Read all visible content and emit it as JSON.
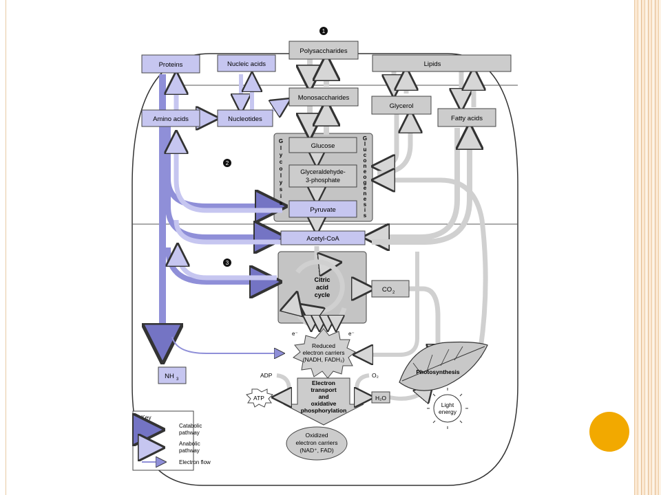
{
  "slide": {
    "accent_color": "#f2a900",
    "border_color": "#e8c9a3"
  },
  "diagram": {
    "markers": [
      "1",
      "2",
      "3"
    ],
    "boxes": {
      "proteins": "Proteins",
      "nucleic_acids": "Nucleic acids",
      "polysaccharides": "Polysaccharides",
      "lipids": "Lipids",
      "amino_acids": "Amino acids",
      "nucleotides": "Nucleotides",
      "monosaccharides": "Monosaccharides",
      "glycerol": "Glycerol",
      "fatty_acids": "Fatty acids",
      "glucose": "Glucose",
      "g3p_line1": "Glyceraldehyde-",
      "g3p_line2": "3-phosphate",
      "pyruvate": "Pyruvate",
      "acetyl_coa": "Acetyl-CoA",
      "co2": "CO",
      "co2_sub": "2",
      "nh3": "NH",
      "nh3_sub": "3"
    },
    "vertical_labels": {
      "glycolysis": [
        "G",
        "l",
        "y",
        "c",
        "o",
        "l",
        "y",
        "s",
        "i",
        "s"
      ],
      "gluconeogenesis": [
        "G",
        "l",
        "u",
        "c",
        "o",
        "n",
        "e",
        "o",
        "g",
        "e",
        "n",
        "e",
        "s",
        "i",
        "s"
      ]
    },
    "citric_cycle": [
      "Citric",
      "acid",
      "cycle"
    ],
    "electrons": {
      "left": "e⁻",
      "right": "e⁻"
    },
    "reduced_carriers": [
      "Reduced",
      "electron carriers",
      "(NADH, FADH₂)"
    ],
    "electron_transport": [
      "Electron",
      "transport",
      "and",
      "oxidative",
      "phosphorylation"
    ],
    "oxidized_carriers": [
      "Oxidized",
      "electron carriers",
      "(NAD⁺, FAD)"
    ],
    "adp": "ADP",
    "atp": "ATP",
    "o2": "O₂",
    "h2o": "H₂O",
    "photosynthesis": "Photosynthesis",
    "light_energy": [
      "Light",
      "energy"
    ],
    "key": {
      "title": "Key",
      "catabolic": [
        "Catabolic",
        "pathway"
      ],
      "anabolic": [
        "Anabolic",
        "pathway"
      ],
      "electron_flow": "Electron flow"
    },
    "colors": {
      "catabolic": "#8f8fd8",
      "anabolic": "#c6c6f0",
      "gray_box": "#cccccc",
      "gray_panel": "#c4c4c4",
      "outline": "#444444"
    }
  }
}
